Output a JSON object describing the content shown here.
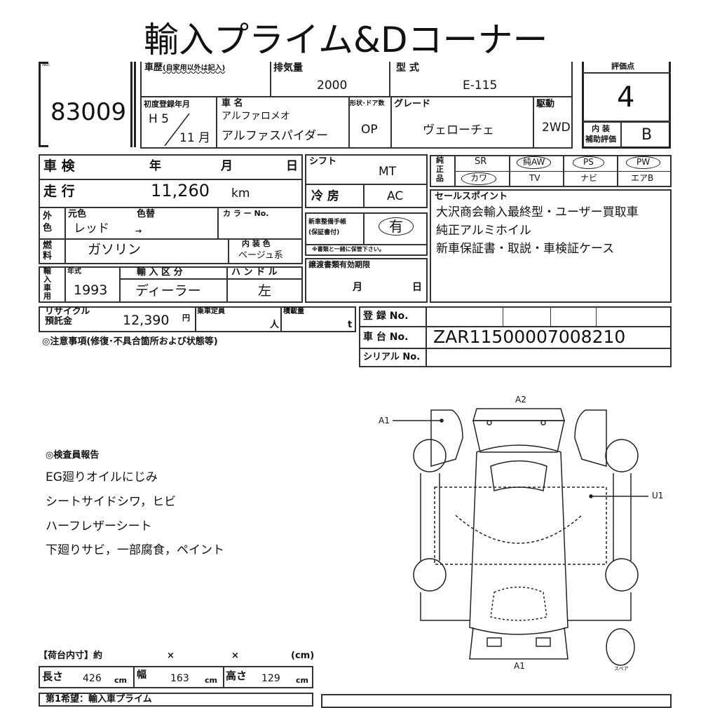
{
  "title": "輸入プライム&Dコーナー",
  "lot": {
    "label": "No.",
    "number": "83009"
  },
  "history": {
    "label": "車歴",
    "note": "(自家用以外は記入)"
  },
  "displacement": {
    "label": "排気量",
    "value": "2000"
  },
  "model_code": {
    "label": "型 式",
    "value": "E-115"
  },
  "first_reg": {
    "label": "初度登録年月",
    "year": "H 5",
    "month": "11",
    "month_unit": "月"
  },
  "car_name": {
    "label": "車 名",
    "maker": "アルファロメオ",
    "model": "アルファスパイダー"
  },
  "body": {
    "label": "形状･ドア数",
    "value": "OP"
  },
  "grade": {
    "label": "グレード",
    "value": "ヴェローチェ"
  },
  "drive": {
    "label": "駆動",
    "value": "2WD"
  },
  "rating": {
    "label": "評価点",
    "score": "4",
    "interior_label_1": "内 装",
    "interior_label_2": "補助評価",
    "interior": "B"
  },
  "inspection": {
    "label": "車 検",
    "year": "年",
    "month": "月",
    "day": "日"
  },
  "mileage": {
    "label": "走 行",
    "value": "11,260",
    "unit": "km"
  },
  "color": {
    "label": "外色",
    "orig_label": "元色",
    "change_label": "色替",
    "value": "レッド",
    "arrow": "→",
    "code_label": "カ ラ ー No."
  },
  "fuel": {
    "label": "燃料",
    "value": "ガソリン",
    "interior_color_label": "内 装 色",
    "interior_color": "ベージュ系"
  },
  "import": {
    "label": "輸入車用",
    "year_label": "年式",
    "year": "1993",
    "class_label": "輸 入 区 分",
    "class": "ディーラー",
    "handle_label": "ハ ン ド ル",
    "handle": "左"
  },
  "shift": {
    "label": "シフト",
    "value": "MT"
  },
  "ac": {
    "label": "冷 房",
    "value": "AC"
  },
  "manual": {
    "label1": "新車整備手帳",
    "label2": "(保証書付)",
    "value": "有",
    "note": "※書類と一緒に保管下さい。"
  },
  "transfer": {
    "label": "譲渡書類有効期限",
    "month": "月",
    "day": "日"
  },
  "equipment": {
    "label": "純正品",
    "row1": [
      "SR",
      "純AW",
      "PS",
      "PW"
    ],
    "row2": [
      "カワ",
      "TV",
      "ナビ",
      "エアB"
    ]
  },
  "sales": {
    "label": "セールスポイント",
    "lines": [
      "大沢商会輸入最終型・ユーザー買取車",
      "純正アルミホイル",
      "新車保証書・取説・車検証ケース"
    ]
  },
  "recycle": {
    "label1": "リサイクル",
    "label2": "預託金",
    "value": "12,390",
    "unit": "円",
    "capacity_label": "乗車定員",
    "capacity_unit": "人",
    "load_label": "積載量",
    "load_unit": "t"
  },
  "registration": {
    "reg_label": "登 録 No.",
    "chassis_label": "車 台 No.",
    "chassis": "ZAR11500007008210",
    "serial_label": "シリアル No."
  },
  "notes_label": "◎注意事項(修復･不具合箇所および状態等)",
  "report": {
    "label": "◎検査員報告",
    "lines": [
      "EG廻りオイルにじみ",
      "シートサイドシワ，ヒビ",
      "ハーフレザーシート",
      "下廻りサビ，一部腐食，ペイント"
    ]
  },
  "diagram": {
    "marks": [
      "A2",
      "A1",
      "U1",
      "A1"
    ],
    "spare": "スペア"
  },
  "cargo": {
    "label": "【荷台内寸】約",
    "x1": "×",
    "x2": "×",
    "unit": "(cm)"
  },
  "dims": {
    "length_label": "長さ",
    "length": "426",
    "width_label": "幅",
    "width": "163",
    "height_label": "高さ",
    "height": "129",
    "unit": "cm"
  },
  "bottom": {
    "wish": "第1希望：輸入車プライム"
  }
}
